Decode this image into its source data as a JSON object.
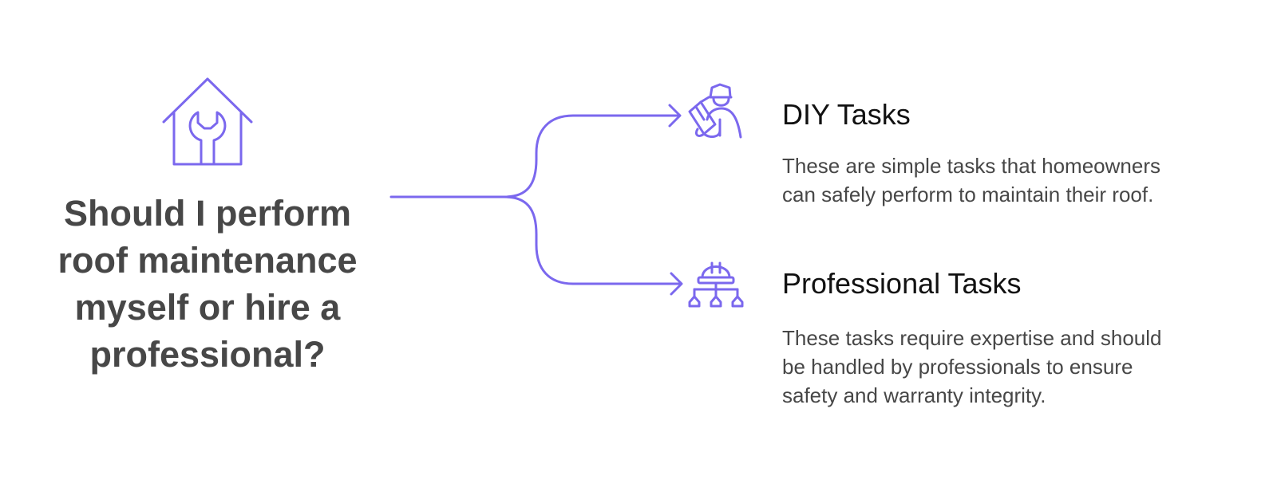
{
  "question": {
    "lines": [
      "Should I perform",
      "roof maintenance",
      "myself or hire a",
      "professional?"
    ],
    "icon": "house-wrench-icon"
  },
  "options": [
    {
      "title": "DIY Tasks",
      "icon": "worker-clipboard-icon",
      "description_lines": [
        "These are simple tasks that homeowners",
        "can safely perform to maintain their roof."
      ]
    },
    {
      "title": "Professional Tasks",
      "icon": "hardhat-team-icon",
      "description_lines": [
        "These tasks require expertise and should",
        "be handled by professionals to ensure",
        "safety and warranty integrity."
      ]
    }
  ],
  "colors": {
    "accent": "#7B68EE",
    "heading_text": "#474747",
    "title_text": "#111111",
    "body_text": "#474747",
    "background": "#FFFFFF"
  }
}
